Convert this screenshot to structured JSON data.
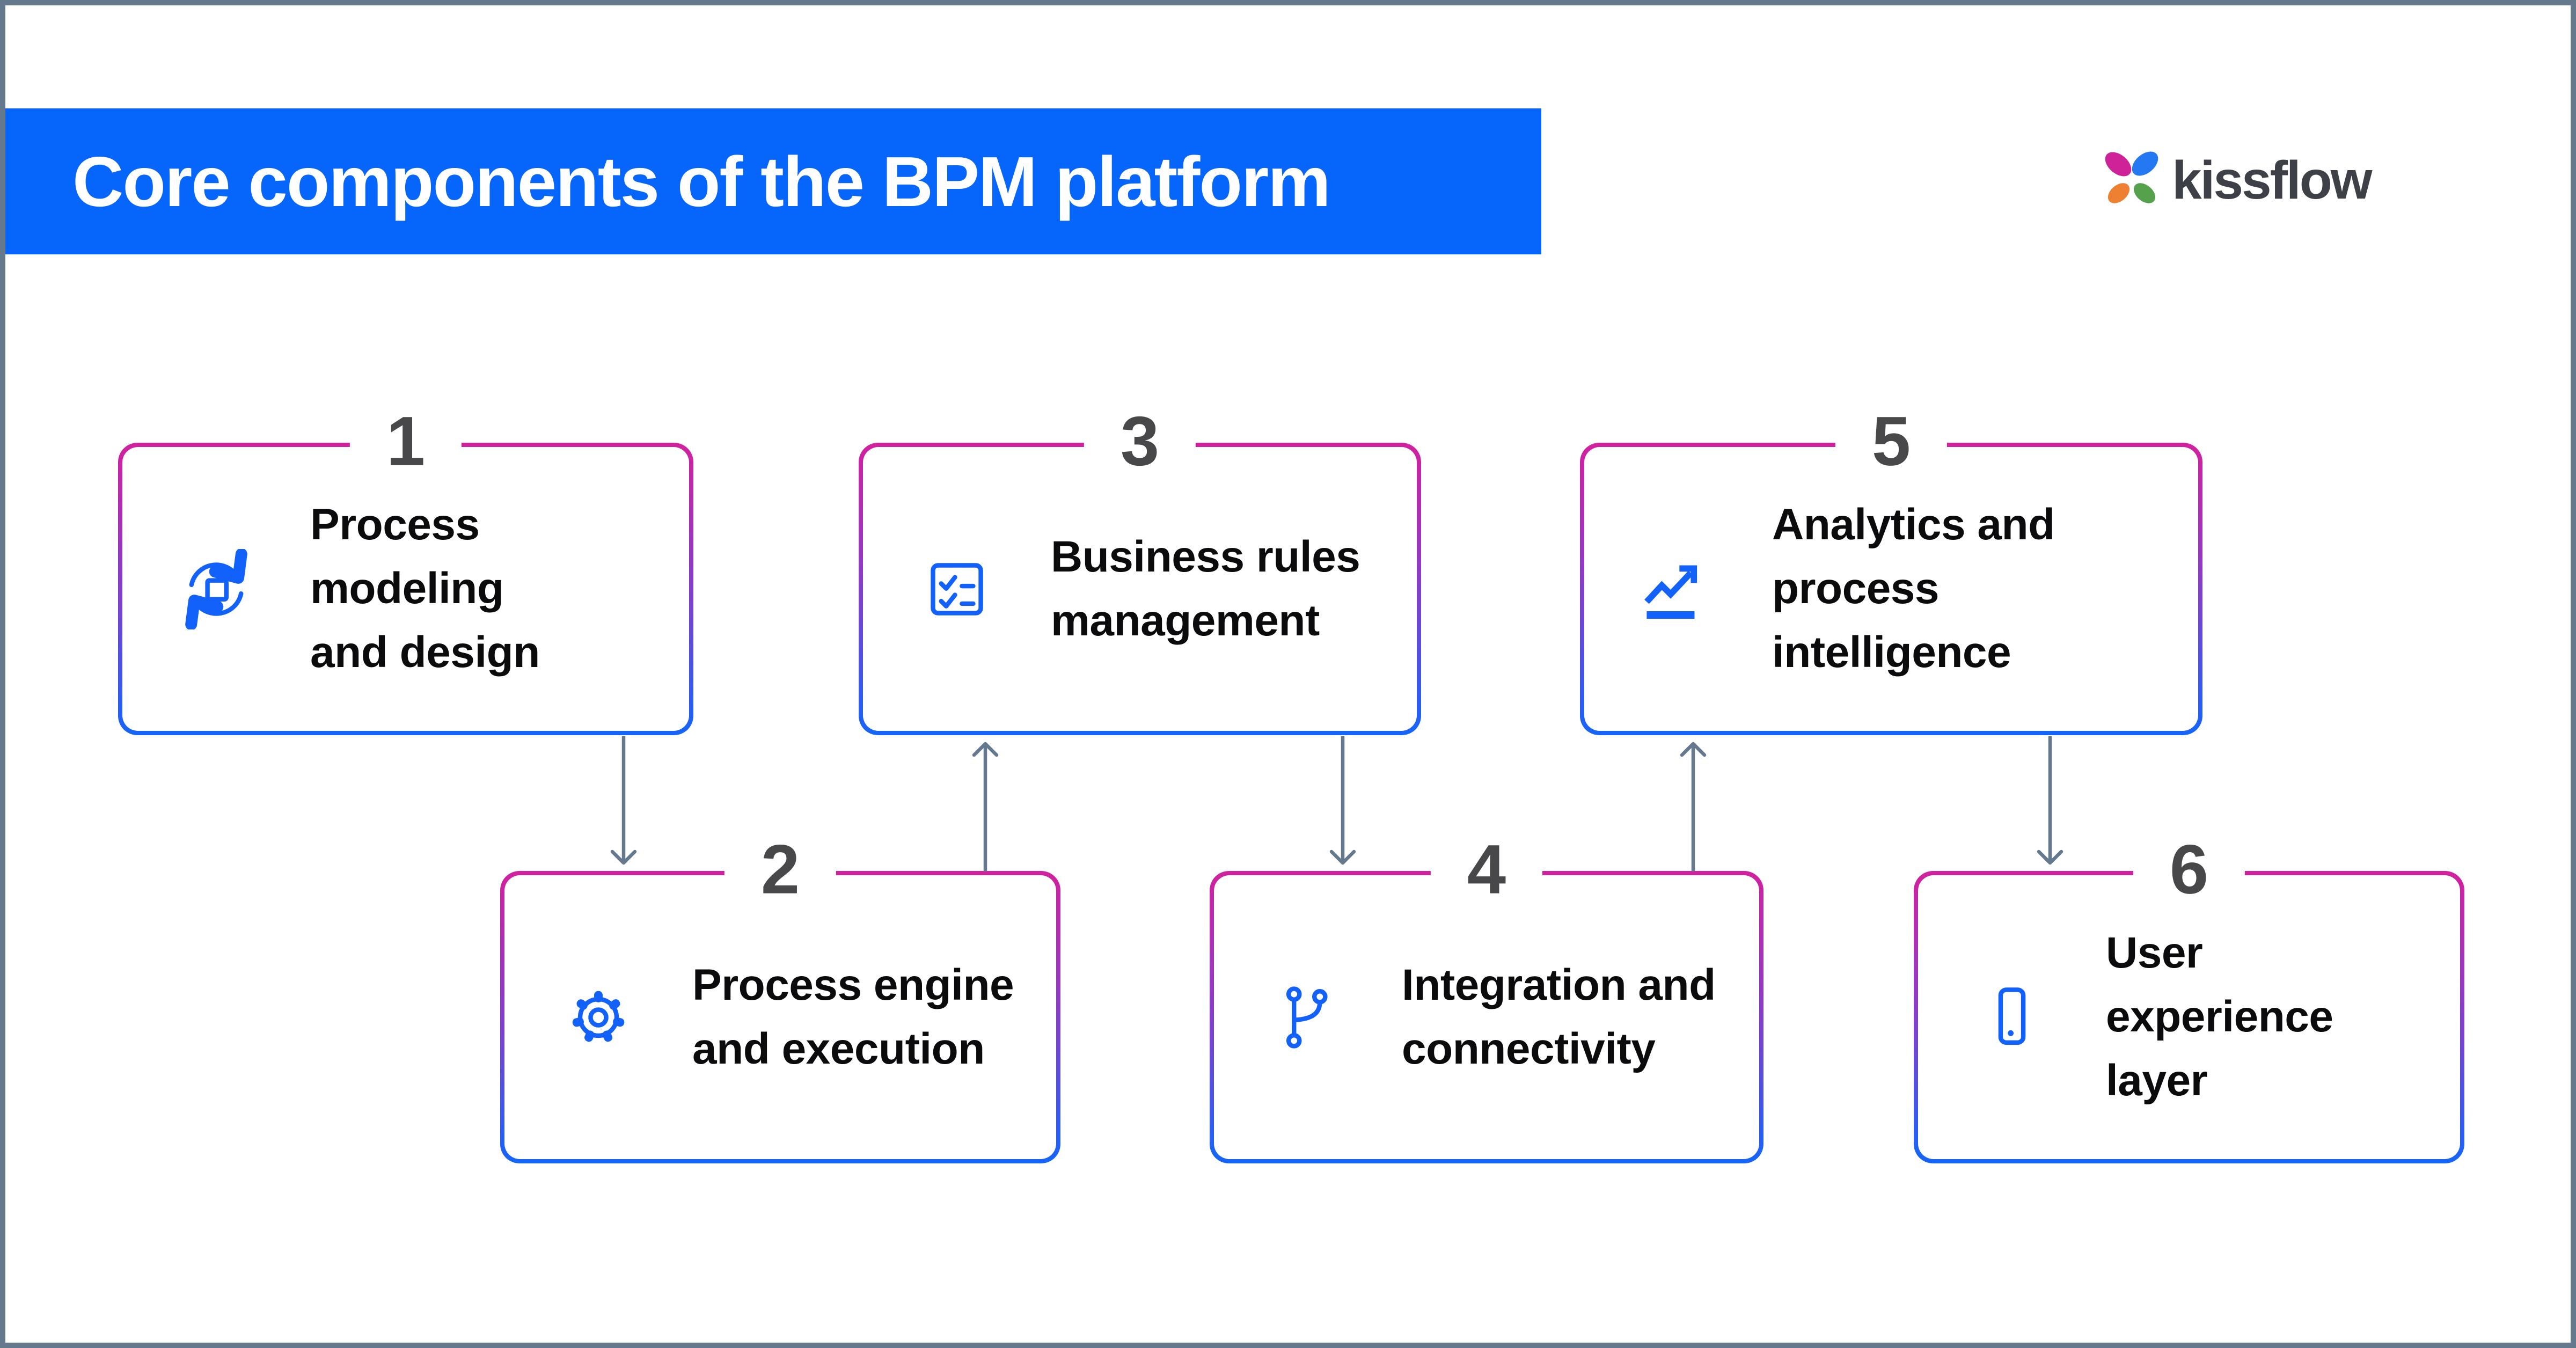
{
  "header": {
    "title": "Core components of the BPM platform",
    "banner_color": "#0666FB",
    "title_color": "#FFFFFF"
  },
  "brand": {
    "name": "kissflow",
    "wordmark_color": "#3D4047",
    "petal_colors": {
      "top_left": "#CE2398",
      "top_right": "#2478F2",
      "bottom_left": "#EE8032",
      "bottom_right": "#55A14C"
    }
  },
  "cards": [
    {
      "number": "1",
      "line1": "Process modeling",
      "line2": "and design",
      "icon": "process-cycle-icon"
    },
    {
      "number": "2",
      "line1": "Process engine",
      "line2": "and execution",
      "icon": "gear-icon"
    },
    {
      "number": "3",
      "line1": "Business rules",
      "line2": "management",
      "icon": "checklist-icon"
    },
    {
      "number": "4",
      "line1": "Integration and",
      "line2": "connectivity",
      "icon": "git-branch-icon"
    },
    {
      "number": "5",
      "line1": "Analytics and",
      "line2": "process intelligence",
      "icon": "trend-chart-icon"
    },
    {
      "number": "6",
      "line1": "User experience",
      "line2": "layer",
      "icon": "smartphone-icon"
    }
  ],
  "flow_arrows": [
    {
      "from": "1",
      "to": "2",
      "direction": "down"
    },
    {
      "from": "2",
      "to": "3",
      "direction": "up"
    },
    {
      "from": "3",
      "to": "4",
      "direction": "down"
    },
    {
      "from": "4",
      "to": "5",
      "direction": "up"
    },
    {
      "from": "5",
      "to": "6",
      "direction": "down"
    }
  ],
  "colors": {
    "card_border_top": "#D2219E",
    "card_border_bottom": "#1465FA",
    "icon_blue": "#1161FA",
    "number_gray": "#48484B",
    "text_black": "#0B0B0D",
    "arrow_slate": "#64798E",
    "frame_slate": "#64798C"
  }
}
